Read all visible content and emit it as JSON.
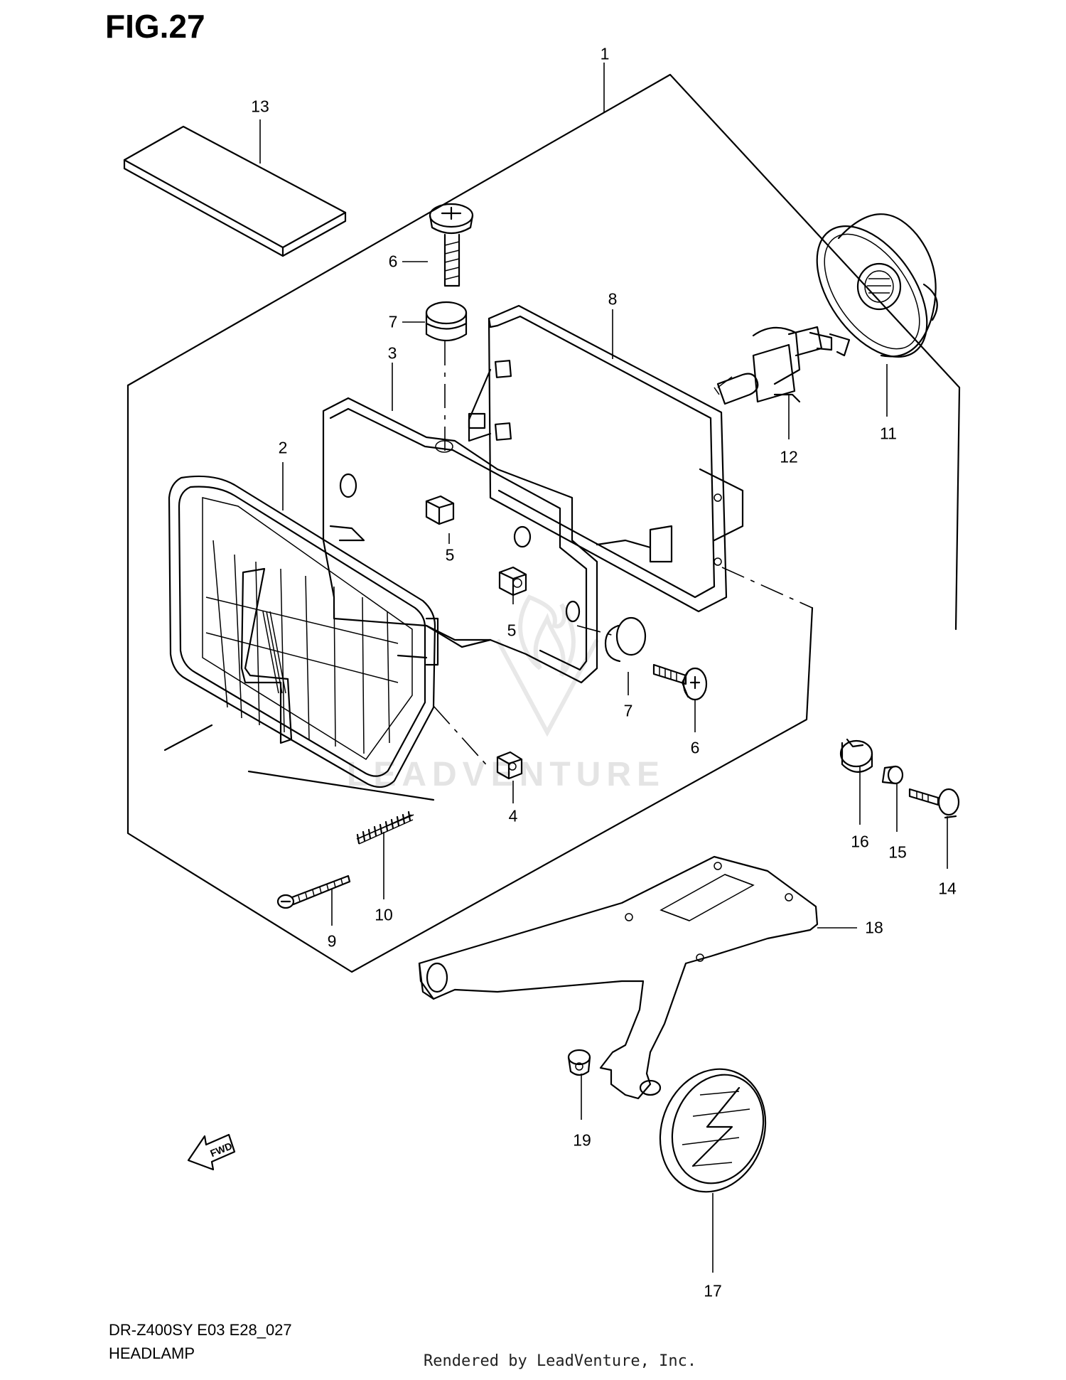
{
  "figure": {
    "title": "FIG.27",
    "model": "DR-Z400SY  E03  E28_027",
    "name": "HEADLAMP",
    "rendered_by": "Rendered by LeadVenture, Inc.",
    "watermark": "LEADVENTURE",
    "fwd_label": "FWD"
  },
  "callouts": [
    {
      "id": "c1",
      "label": "1"
    },
    {
      "id": "c13",
      "label": "13"
    },
    {
      "id": "c6a",
      "label": "6"
    },
    {
      "id": "c7a",
      "label": "7"
    },
    {
      "id": "c8",
      "label": "8"
    },
    {
      "id": "c3",
      "label": "3"
    },
    {
      "id": "c2",
      "label": "2"
    },
    {
      "id": "c5a",
      "label": "5"
    },
    {
      "id": "c5b",
      "label": "5"
    },
    {
      "id": "c7b",
      "label": "7"
    },
    {
      "id": "c6b",
      "label": "6"
    },
    {
      "id": "c4",
      "label": "4"
    },
    {
      "id": "c10",
      "label": "10"
    },
    {
      "id": "c9",
      "label": "9"
    },
    {
      "id": "c11",
      "label": "11"
    },
    {
      "id": "c12",
      "label": "12"
    },
    {
      "id": "c16",
      "label": "16"
    },
    {
      "id": "c15",
      "label": "15"
    },
    {
      "id": "c14",
      "label": "14"
    },
    {
      "id": "c18",
      "label": "18"
    },
    {
      "id": "c19",
      "label": "19"
    },
    {
      "id": "c17",
      "label": "17"
    }
  ]
}
